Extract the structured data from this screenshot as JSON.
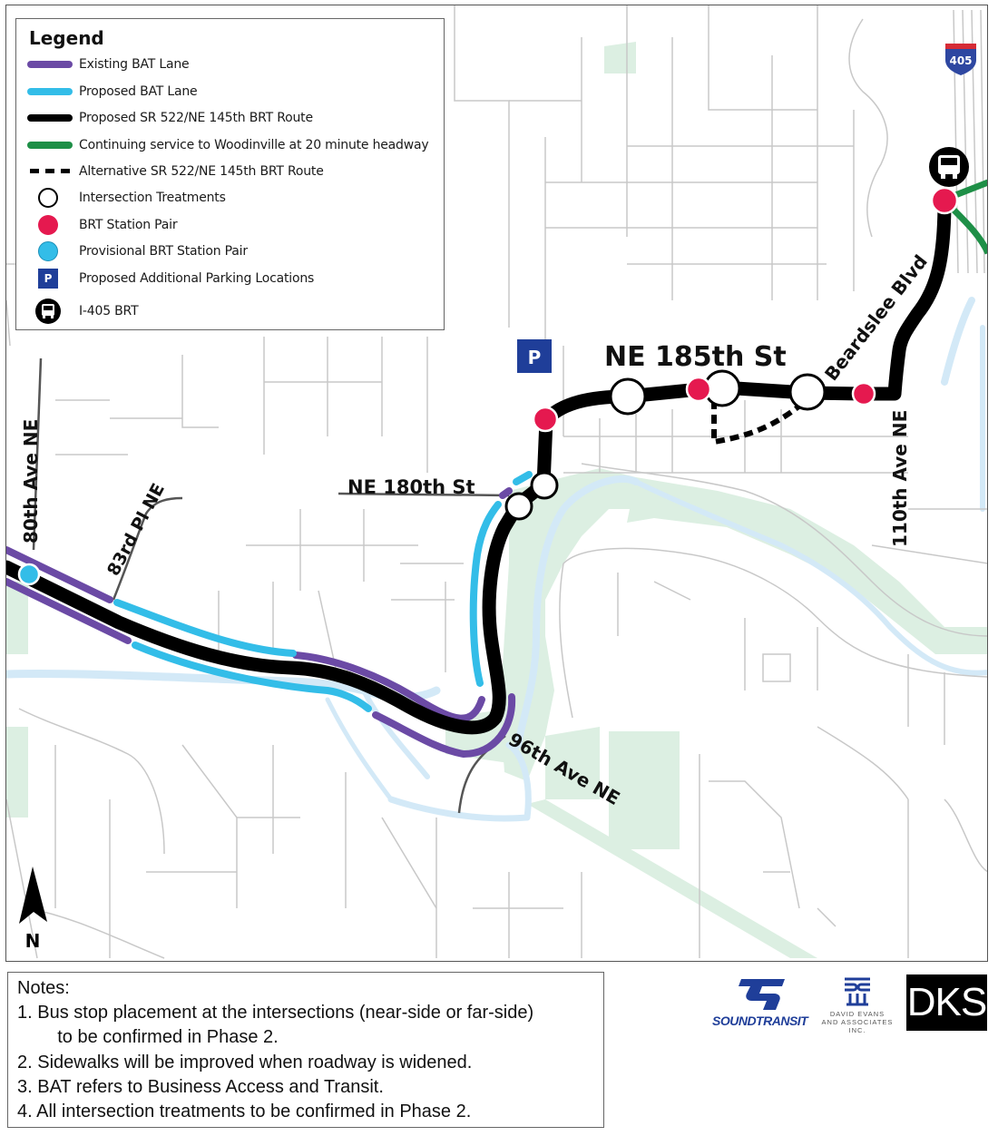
{
  "legend": {
    "title": "Legend",
    "items": [
      {
        "label": "Existing BAT Lane",
        "symbol": "line",
        "color": "#6b4aa5"
      },
      {
        "label": "Proposed BAT Lane",
        "symbol": "line",
        "color": "#33bde8"
      },
      {
        "label": "Proposed SR 522/NE 145th BRT Route",
        "symbol": "line",
        "color": "#000000"
      },
      {
        "label": "Continuing service to Woodinville at 20 minute headway",
        "symbol": "line",
        "color": "#1e8f47"
      },
      {
        "label": "Alternative SR 522/NE 145th BRT Route",
        "symbol": "dashed-line",
        "color": "#000000"
      },
      {
        "label": "Intersection Treatments",
        "symbol": "circle",
        "color": "#ffffff"
      },
      {
        "label": "BRT Station Pair",
        "symbol": "circle",
        "color": "#e5194f"
      },
      {
        "label": "Provisional BRT Station Pair",
        "symbol": "circle",
        "color": "#33bde8"
      },
      {
        "label": "Proposed Additional Parking Locations",
        "symbol": "parking",
        "color": "#1f3e99",
        "glyph": "P"
      },
      {
        "label": "I-405 BRT",
        "symbol": "bus",
        "color": "#000000"
      }
    ]
  },
  "map": {
    "street_labels": {
      "ne_185th": "NE 185th St",
      "ne_180th": "NE 180th St",
      "beardslee": "Beardslee Blvd",
      "ave_110th": "110th Ave NE",
      "ave_80th": "80th Ave NE",
      "pl_83rd": "83rd Pl NE",
      "ave_96th": "96th Ave NE"
    },
    "interstate_shield": "405",
    "parking_glyph": "P",
    "north_arrow_label": "N",
    "colors": {
      "existing_bat": "#6b4aa5",
      "proposed_bat": "#33bde8",
      "brt_route": "#000000",
      "woodinville": "#1e8f47",
      "station": "#e5194f",
      "provisional_station": "#33bde8",
      "park": "#dcefe2",
      "water": "#d3e9f7",
      "road": "#c8c8c8"
    }
  },
  "notes": {
    "title": "Notes:",
    "lines": [
      "1. Bus stop placement at the intersections (near-side or far-side)",
      "    to be confirmed in Phase 2.",
      "2. Sidewalks will be improved when roadway is widened.",
      "3. BAT refers to Business Access and Transit.",
      "4. All intersection treatments to be confirmed in Phase 2."
    ]
  },
  "logos": {
    "sound_transit": "SOUNDTRANSIT",
    "david_evans_line1": "DAVID EVANS",
    "david_evans_line2": "AND ASSOCIATES INC.",
    "dks": "DKS"
  }
}
